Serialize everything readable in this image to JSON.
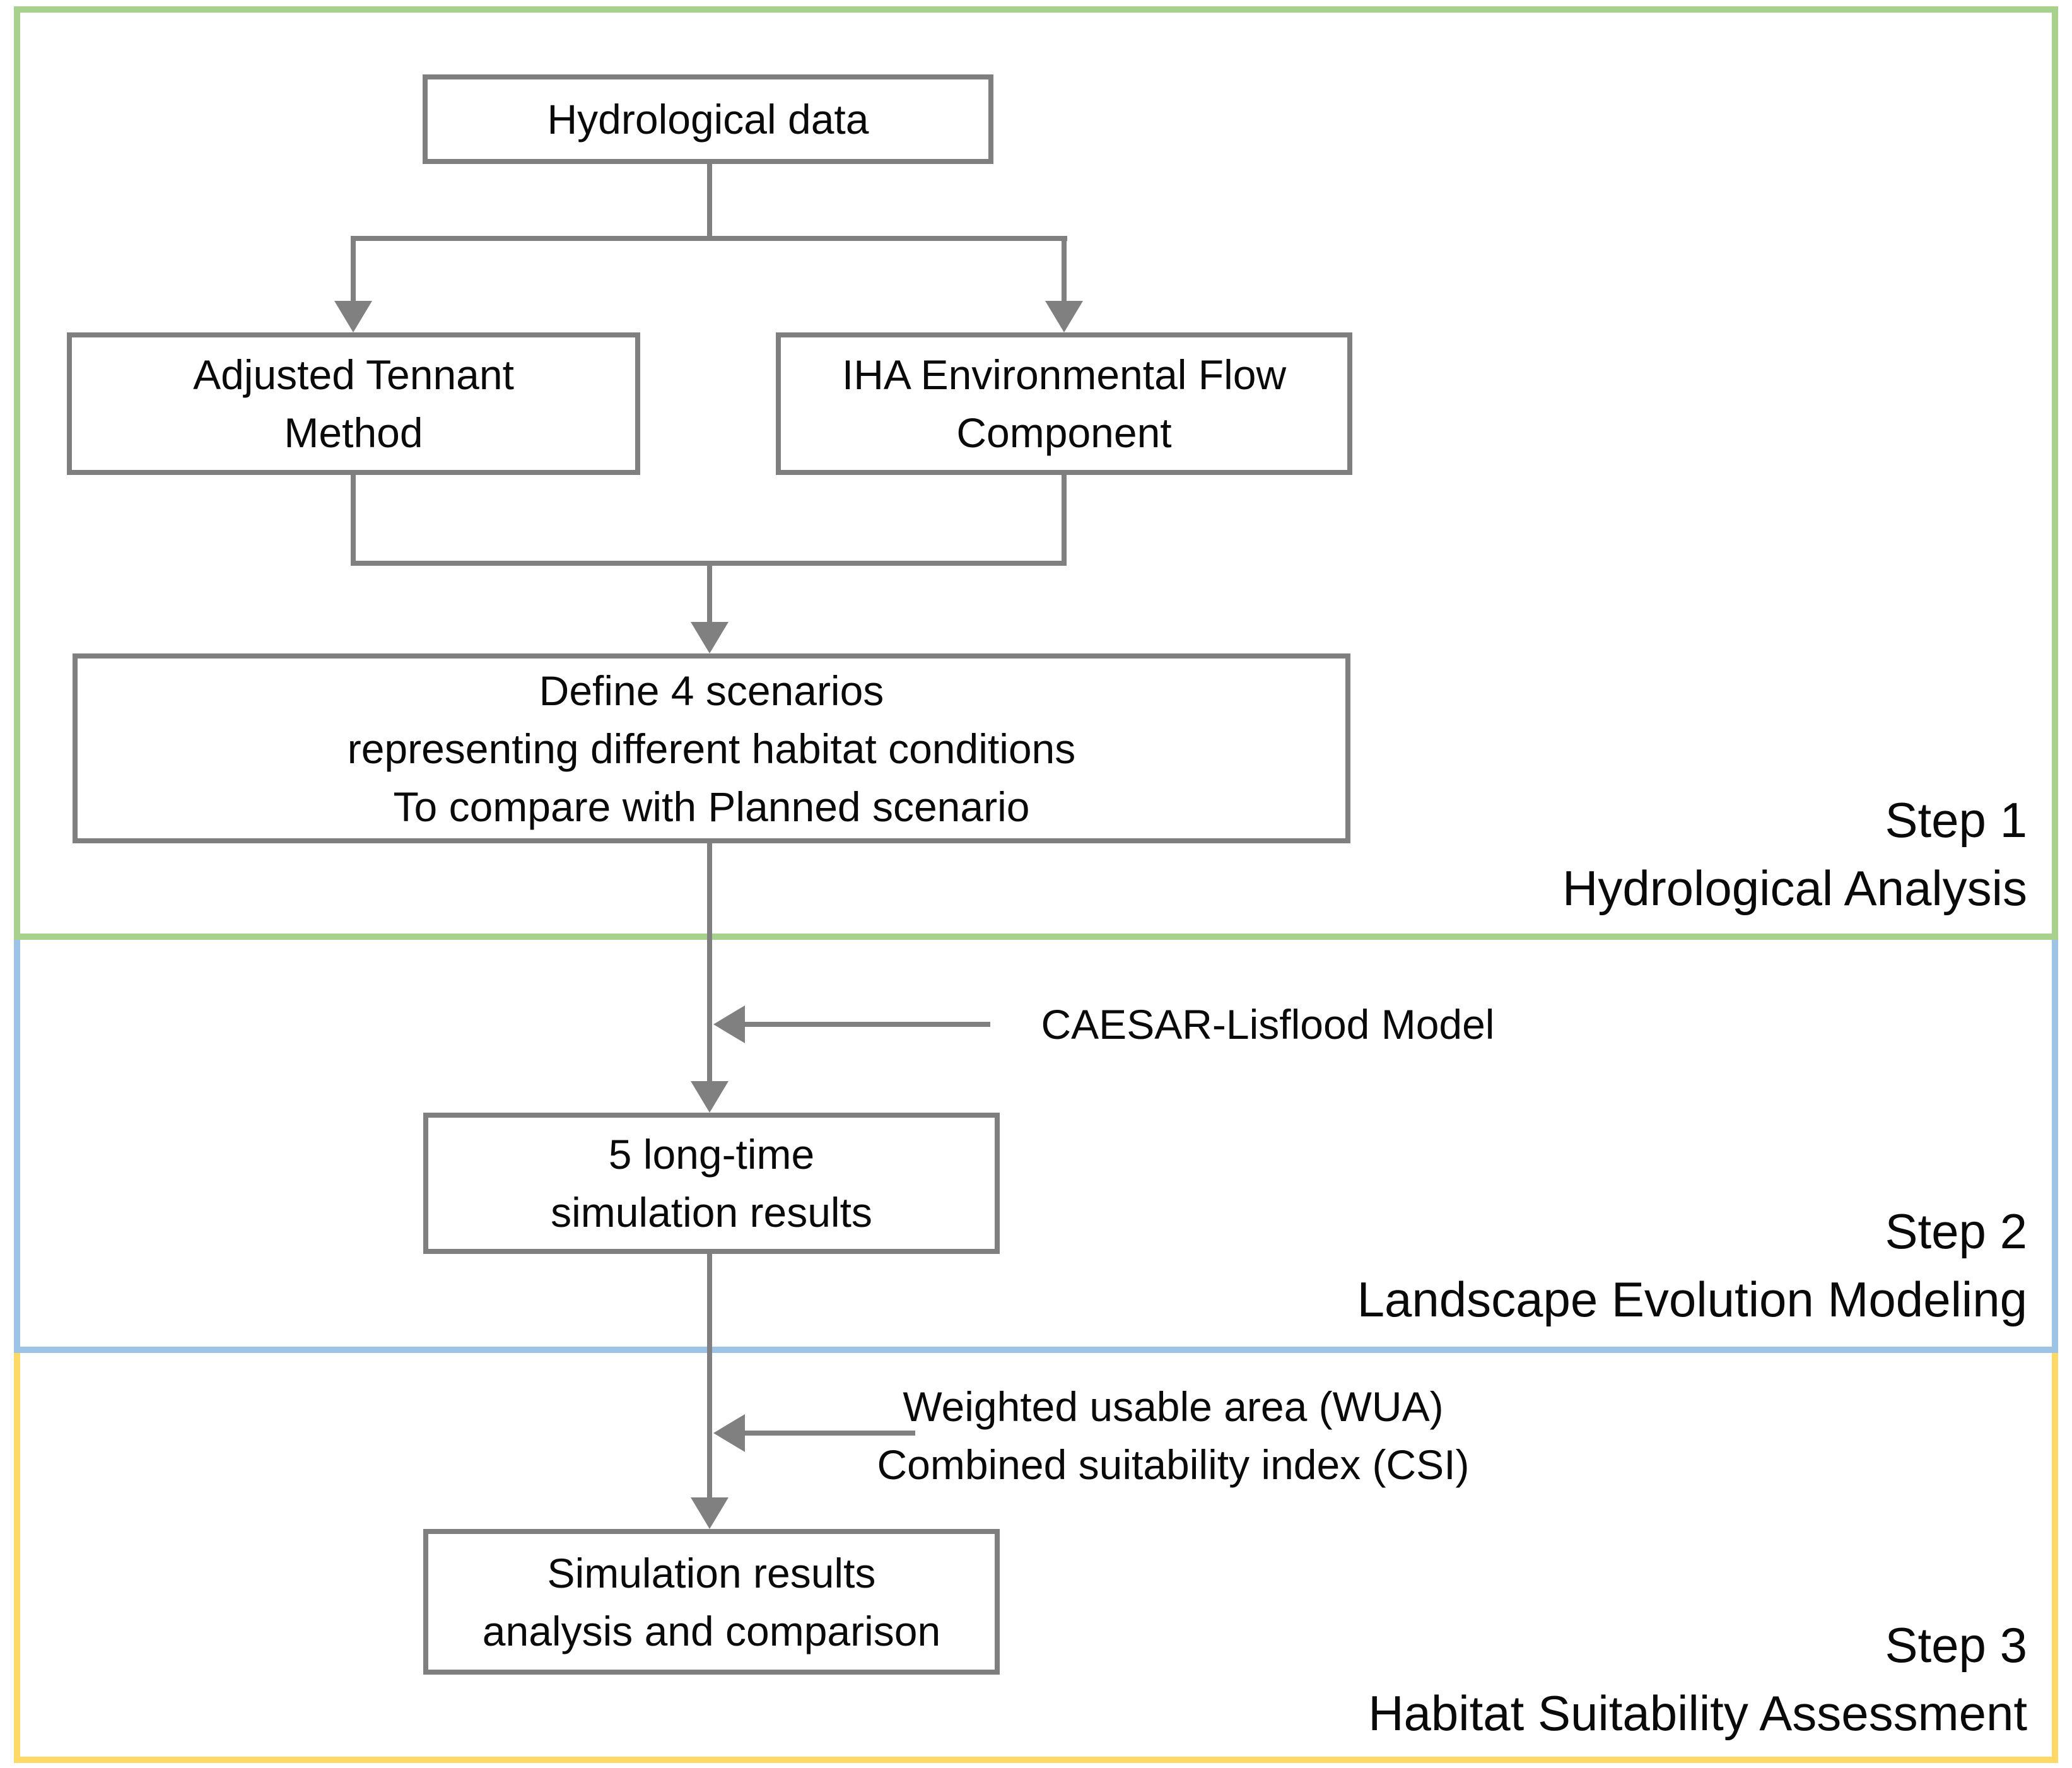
{
  "sections": [
    {
      "step_label": "Step 1",
      "step_title": "Hydrological Analysis",
      "border_color": "#a9d18e"
    },
    {
      "step_label": "Step 2",
      "step_title": "Landscape Evolution Modeling",
      "border_color": "#9dc3e6"
    },
    {
      "step_label": "Step 3",
      "step_title": "Habitat Suitability Assessment",
      "border_color": "#ffd966"
    }
  ],
  "boxes": {
    "hydrological_data": {
      "lines": [
        "Hydrological data"
      ]
    },
    "adjusted_tennant_method": {
      "lines": [
        "Adjusted Tennant",
        "Method"
      ]
    },
    "iha_environmental_flow_component": {
      "lines": [
        "IHA Environmental Flow",
        "Component"
      ]
    },
    "define_scenarios": {
      "lines": [
        "Define 4 scenarios",
        "representing different habitat conditions",
        "To compare with Planned scenario"
      ]
    },
    "long_time_simulation_results": {
      "lines": [
        "5 long-time",
        "simulation results"
      ]
    },
    "simulation_results_analysis": {
      "lines": [
        "Simulation results",
        "analysis and comparison"
      ]
    }
  },
  "annotations": {
    "caesar_lisflood": "CAESAR-Lisflood Model",
    "wua": "Weighted usable area (WUA)",
    "csi": "Combined suitability index (CSI)"
  },
  "colors": {
    "step1_border": "#a9d18e",
    "step2_border": "#9dc3e6",
    "step3_border": "#ffd966",
    "connector_gray": "#808080",
    "box_border_gray": "#7f7f7f",
    "text": "#0a0a0a"
  }
}
